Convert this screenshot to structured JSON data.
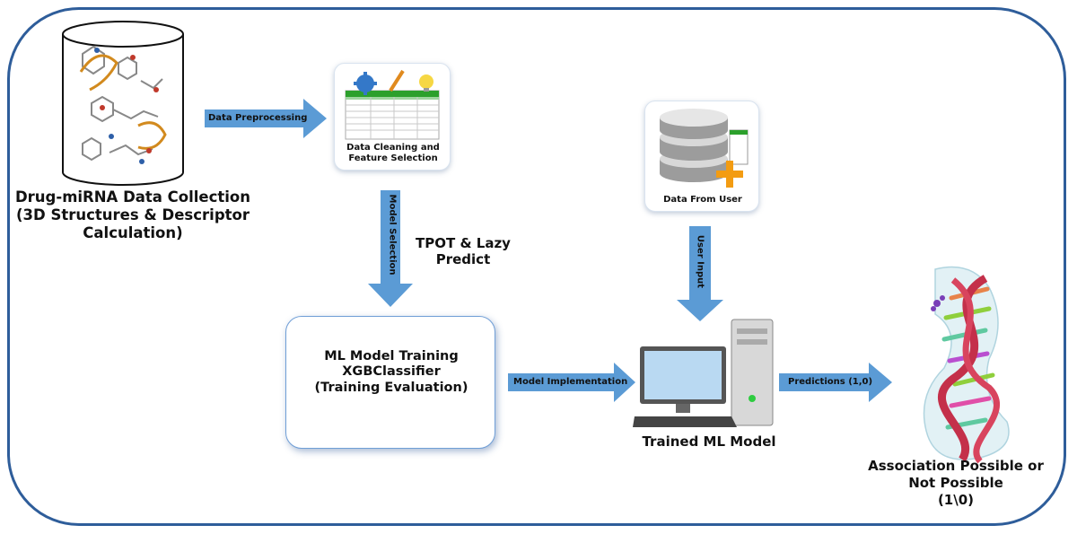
{
  "nodes": {
    "collection": "Drug-miRNA Data Collection\n(3D Structures & Descriptor\nCalculation)",
    "cleaning": "Data Cleaning and\nFeature Selection",
    "user_data": "Data From User",
    "training": "ML Model Training\nXGBClassifier\n(Training Evaluation)",
    "trained_model": "Trained ML Model",
    "result": "Association Possible or\nNot Possible\n(1\\0)"
  },
  "edges": {
    "preprocessing": "Data Preprocessing",
    "model_selection": "Model Selection",
    "tpot": "TPOT & Lazy\nPredict",
    "user_input": "User Input",
    "implementation": "Model Implementation",
    "predictions": "Predictions (1,0)"
  },
  "colors": {
    "frame": "#2e5d9a",
    "arrow": "#5b9bd5",
    "box_border": "#6f9ed6"
  },
  "icons": [
    "molecule-cylinder-icon",
    "spreadsheet-icon",
    "database-icon",
    "computer-icon",
    "rna-structure-icon"
  ]
}
